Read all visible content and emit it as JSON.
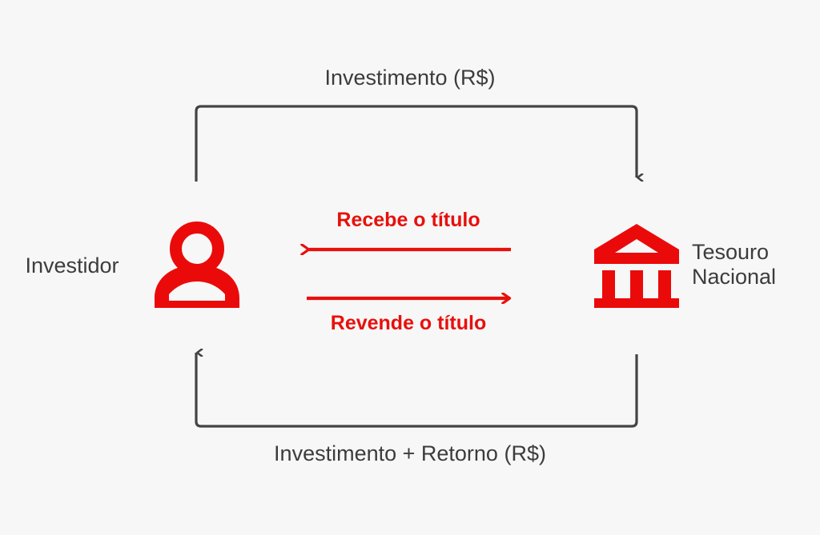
{
  "diagram": {
    "title_top": "Investimento (R$)",
    "title_bottom": "Investimento + Retorno (R$)",
    "nodes": [
      {
        "id": "investor",
        "label": "Investidor",
        "icon": "person-icon"
      },
      {
        "id": "treasury",
        "label_line1": "Tesouro",
        "label_line2": "Nacional",
        "icon": "bank-icon"
      }
    ],
    "flows": [
      {
        "id": "top",
        "label": "Investimento (R$)",
        "from": "investor",
        "to": "treasury",
        "direction": "right",
        "color": "#444444"
      },
      {
        "id": "inner-receive",
        "label": "Recebe o título",
        "from": "treasury",
        "to": "investor",
        "direction": "left",
        "color": "#E8100C"
      },
      {
        "id": "inner-resell",
        "label": "Revende o título",
        "from": "investor",
        "to": "treasury",
        "direction": "right",
        "color": "#E8100C"
      },
      {
        "id": "bottom",
        "label": "Investimento + Retorno (R$)",
        "from": "treasury",
        "to": "investor",
        "direction": "left",
        "color": "#444444"
      }
    ],
    "colors": {
      "background": "#F7F7F7",
      "accent_red": "#E8100C",
      "text_dark": "#3C3C3C",
      "line_gray": "#444444"
    }
  }
}
